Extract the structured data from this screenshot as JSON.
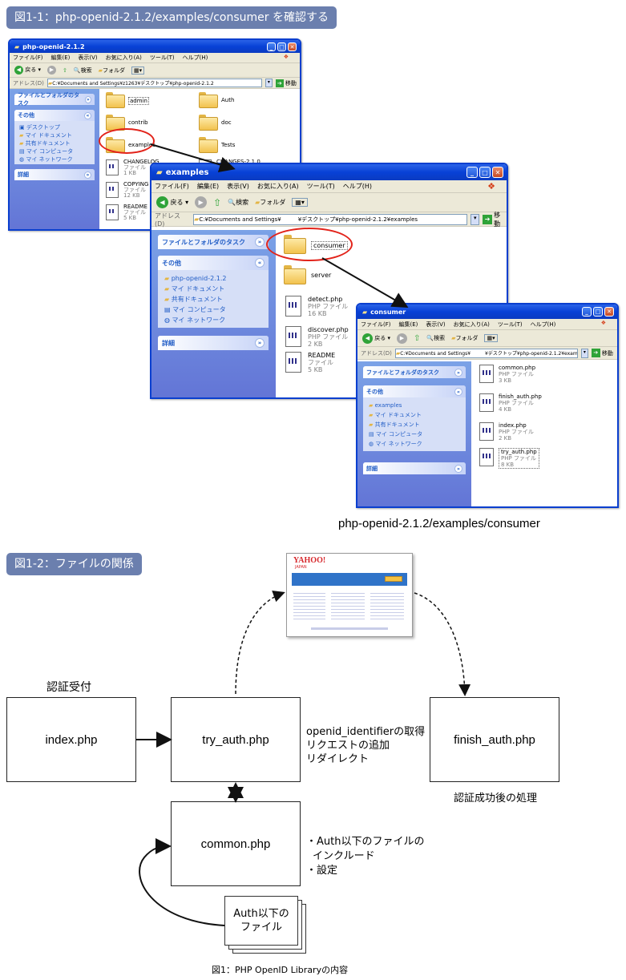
{
  "figure1": {
    "label": "図1-1：php-openid-2.1.2/examples/consumer を確認する",
    "caption": "php-openid-2.1.2/examples/consumer"
  },
  "win1": {
    "title": "php-openid-2.1.2",
    "menu": [
      "ファイル(F)",
      "編集(E)",
      "表示(V)",
      "お気に入り(A)",
      "ツール(T)",
      "ヘルプ(H)"
    ],
    "back": "戻る",
    "search": "検索",
    "folders": "フォルダ",
    "address_label": "アドレス(D)",
    "address": "C:¥Documents and Settings¥z1263¥デスクトップ¥php-openid-2.1.2",
    "go": "移動",
    "panel_tasks": "ファイルとフォルダのタスク",
    "panel_other": "その他",
    "other_links": [
      "デスクトップ",
      "マイ ドキュメント",
      "共有ドキュメント",
      "マイ コンピュータ",
      "マイ ネットワーク"
    ],
    "panel_detail": "詳細",
    "items": [
      {
        "name": "admin",
        "type": "folder"
      },
      {
        "name": "Auth",
        "type": "folder"
      },
      {
        "name": "contrib",
        "type": "folder"
      },
      {
        "name": "doc",
        "type": "folder"
      },
      {
        "name": "examples",
        "type": "folder"
      },
      {
        "name": "Tests",
        "type": "folder"
      },
      {
        "name": "CHANGELOG",
        "kind": "ファイル",
        "size": "1 KB"
      },
      {
        "name": "CHANGES-2.1.0",
        "kind": "",
        "size": ""
      },
      {
        "name": "COPYING",
        "kind": "ファイル",
        "size": "12 KB"
      },
      {
        "name": "README",
        "kind": "ファイル",
        "size": "5 KB"
      }
    ]
  },
  "win2": {
    "title": "examples",
    "menu": [
      "ファイル(F)",
      "編集(E)",
      "表示(V)",
      "お気に入り(A)",
      "ツール(T)",
      "ヘルプ(H)"
    ],
    "back": "戻る",
    "search": "検索",
    "folders": "フォルダ",
    "address_label": "アドレス(D)",
    "address": "C:¥Documents and Settings¥　　　¥デスクトップ¥php-openid-2.1.2¥examples",
    "go": "移動",
    "panel_tasks": "ファイルとフォルダのタスク",
    "panel_other": "その他",
    "other_links": [
      "php-openid-2.1.2",
      "マイ ドキュメント",
      "共有ドキュメント",
      "マイ コンピュータ",
      "マイ ネットワーク"
    ],
    "panel_detail": "詳細",
    "items": [
      {
        "name": "consumer",
        "type": "folder"
      },
      {
        "name": "server",
        "type": "folder"
      },
      {
        "name": "detect.php",
        "kind": "PHP ファイル",
        "size": "16 KB"
      },
      {
        "name": "discover.php",
        "kind": "PHP ファイル",
        "size": "2 KB"
      },
      {
        "name": "README",
        "kind": "ファイル",
        "size": "5 KB"
      }
    ]
  },
  "win3": {
    "title": "consumer",
    "menu": [
      "ファイル(F)",
      "編集(E)",
      "表示(V)",
      "お気に入り(A)",
      "ツール(T)",
      "ヘルプ(H)"
    ],
    "back": "戻る",
    "search": "検索",
    "folders": "フォルダ",
    "address_label": "アドレス(D)",
    "address": "C:¥Documents and Settings¥　　　¥デスクトップ¥php-openid-2.1.2¥examp",
    "go": "移動",
    "panel_tasks": "ファイルとフォルダのタスク",
    "panel_other": "その他",
    "other_links": [
      "examples",
      "マイ ドキュメント",
      "共有ドキュメント",
      "マイ コンピュータ",
      "マイ ネットワーク"
    ],
    "panel_detail": "詳細",
    "items": [
      {
        "name": "common.php",
        "kind": "PHP ファイル",
        "size": "3 KB"
      },
      {
        "name": "finish_auth.php",
        "kind": "PHP ファイル",
        "size": "4 KB"
      },
      {
        "name": "index.php",
        "kind": "PHP ファイル",
        "size": "2 KB"
      },
      {
        "name": "try_auth.php",
        "kind": "PHP ファイル",
        "size": "8 KB"
      }
    ]
  },
  "figure2": {
    "label": "図1-2：ファイルの関係",
    "reception": "認証受付",
    "index": "index.php",
    "try_auth": "try_auth.php",
    "try_note": [
      "openid_identifierの取得",
      "リクエストの追加",
      "リダイレクト"
    ],
    "finish_auth": "finish_auth.php",
    "finish_note": "認証成功後の処理",
    "common": "common.php",
    "common_note": [
      "・Auth以下のファイルの",
      "インクルード",
      "・設定"
    ],
    "auth_files": [
      "Auth以下の",
      "ファイル"
    ],
    "caption": "図1：PHP OpenID Libraryの内容",
    "yahoo_logo": "YAHOO!",
    "yahoo_brand": "JAPAN"
  },
  "colors": {
    "label_bg": "#6b7fae",
    "xp_blue": "#0a3fcf",
    "highlight": "#e2231a"
  }
}
